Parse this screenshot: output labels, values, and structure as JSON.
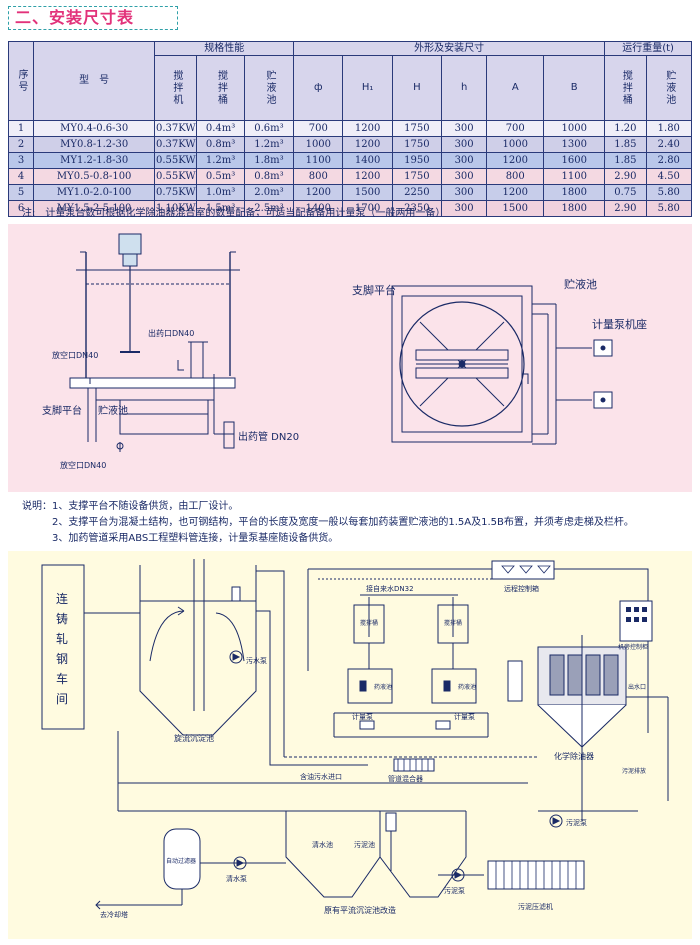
{
  "section_title": "二、安装尺寸表",
  "table": {
    "col_seq": "序号",
    "col_model": "型　号",
    "group_spec": "规格性能",
    "group_dims": "外形及安装尺寸",
    "group_weight": "运行重量(t)",
    "sub_spec": [
      "搅拌机",
      "搅拌桶",
      "贮液池"
    ],
    "sub_dims": [
      "ф",
      "H₁",
      "H",
      "h",
      "A",
      "B"
    ],
    "sub_weight": [
      "搅拌桶",
      "贮液池"
    ],
    "rows": [
      [
        "1",
        "MY0.4-0.6-30",
        "0.37KW",
        "0.4m³",
        "0.6m³",
        "700",
        "1200",
        "1750",
        "300",
        "700",
        "1000",
        "1.20",
        "1.80"
      ],
      [
        "2",
        "MY0.8-1.2-30",
        "0.37KW",
        "0.8m³",
        "1.2m³",
        "1000",
        "1200",
        "1750",
        "300",
        "1000",
        "1300",
        "1.85",
        "2.40"
      ],
      [
        "3",
        "MY1.2-1.8-30",
        "0.55KW",
        "1.2m³",
        "1.8m³",
        "1100",
        "1400",
        "1950",
        "300",
        "1200",
        "1600",
        "1.85",
        "2.80"
      ],
      [
        "4",
        "MY0.5-0.8-100",
        "0.55KW",
        "0.5m³",
        "0.8m³",
        "800",
        "1200",
        "1750",
        "300",
        "800",
        "1100",
        "2.90",
        "4.50"
      ],
      [
        "5",
        "MY1.0-2.0-100",
        "0.75KW",
        "1.0m³",
        "2.0m³",
        "1200",
        "1500",
        "2250",
        "300",
        "1200",
        "1800",
        "0.75",
        "5.80"
      ],
      [
        "6",
        "MY1.5-2.5-100",
        "1.10KW",
        "1.5m³",
        "2.5m³",
        "1400",
        "1700",
        "2350",
        "300",
        "1500",
        "1800",
        "2.90",
        "5.80"
      ]
    ]
  },
  "table_note": "注:　计量泵台数可根据化学除油器混合室的数量配备，可适当配备备用计量泵（一般两用一备）",
  "drawing1": {
    "outlet_dn40": "出药口DN40",
    "vent_dn40": "放空口DN40",
    "platform": "支脚平台",
    "storage_tank": "贮液池",
    "outlet_pipe_dn20": "出药管 DN20",
    "drain_dn40": "放空口DN40"
  },
  "drawing2": {
    "platform": "支脚平台",
    "storage_tank": "贮液池",
    "pump_base": "计量泵机座"
  },
  "notes": [
    "说明：1、支撑平台不随设备供货，由工厂设计。",
    "　　　2、支撑平台为混凝土结构，也可钢结构，平台的长度及宽度一般以每套加药装置贮液池的1.5A及1.5B布置，并须考虑走梯及栏杆。",
    "　　　3、加药管道采用ABS工程塑料管连接，计量泵基座随设备供货。"
  ],
  "flow": {
    "workshop_chars": [
      "连",
      "铸",
      "轧",
      "钢",
      "车",
      "间"
    ],
    "sewage_pump": "污水泵",
    "cyclone_tank": "旋流沉淀池",
    "pipe_label": "接自来水DN32",
    "control_box": "远程控制箱",
    "control_cabinet": "机旁控制柜",
    "tank_a_label": "搅拌桶",
    "tank_b_label": "搅拌桶",
    "pool_a_label": "药液池",
    "pool_b_label": "药液池",
    "metering_pump_a": "计量泵",
    "metering_pump_b": "计量泵",
    "oily_inlet": "含油污水进口",
    "pipe_mixer": "管道混合器",
    "chem_deoil": "化学除油器",
    "outlet": "出水口",
    "sludge_discharge": "污泥排放",
    "sludge_pump_1": "污泥泵",
    "sludge_pump_2": "污泥泵",
    "clear_pool": "清水池",
    "sludge_pool": "污泥池",
    "auto_filter": "自动过滤器",
    "clean_pump": "清水泵",
    "to_cooling": "去冷却塔",
    "old_tank": "原有平流沉淀池改造",
    "filter_press": "污泥压滤机"
  }
}
